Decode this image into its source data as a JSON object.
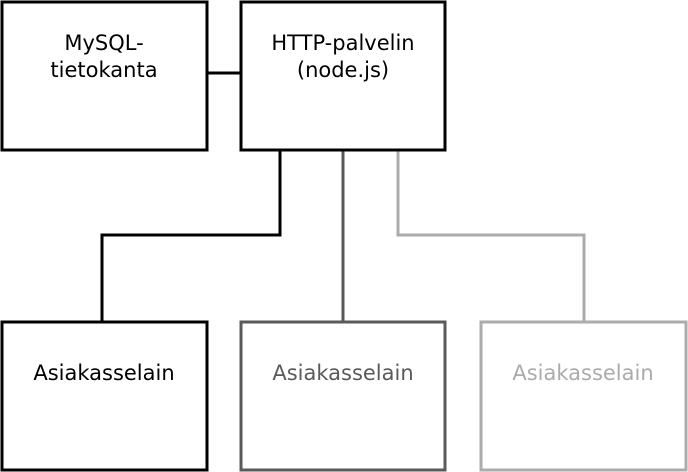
{
  "nodes": {
    "database": {
      "lines": [
        "MySQL-",
        "tietokanta"
      ]
    },
    "server": {
      "lines": [
        "HTTP-palvelin",
        "(node.js)"
      ]
    },
    "clients": [
      {
        "label": "Asiakasselain",
        "color": "#000000"
      },
      {
        "label": "Asiakasselain",
        "color": "#5a5a5a"
      },
      {
        "label": "Asiakasselain",
        "color": "#ababab"
      }
    ]
  },
  "colors": {
    "primary": "#000000"
  }
}
